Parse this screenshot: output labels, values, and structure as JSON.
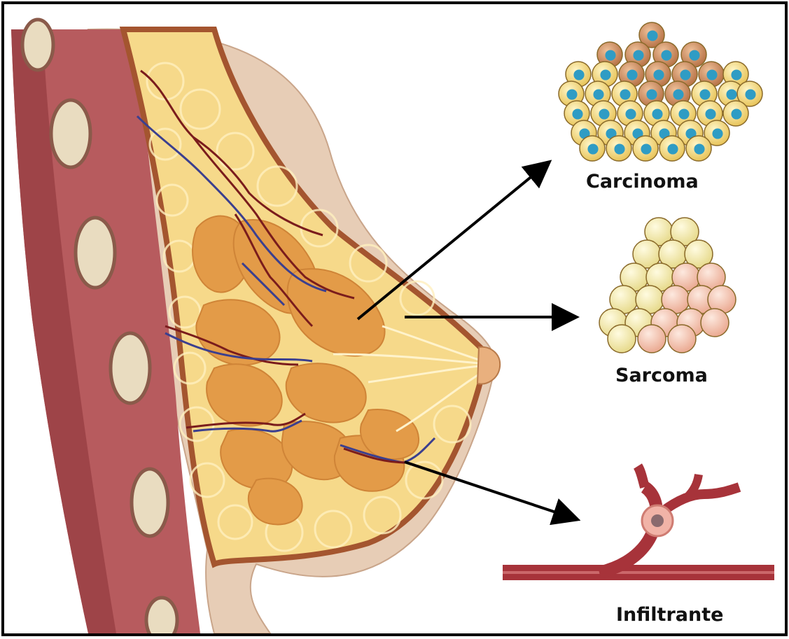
{
  "labels": {
    "carcinoma": "Carcinoma",
    "sarcoma": "Sarcoma",
    "infiltrante": "Infiltrante"
  },
  "colors": {
    "muscle": "#b5585b",
    "skin": "#e5c9b2",
    "fat": "#f7dd8e",
    "lobules": "#e49a45",
    "artery": "#7a1c1c",
    "vein": "#3b3f8f",
    "cancer_cell": "#d89a6b",
    "nucleus": "#3aa0c8",
    "sarcoma_cell": "#f4edb4",
    "sarcoma_cell_pink": "#f6c8b4",
    "vessel": "#a7333a",
    "arrow": "#000000"
  }
}
